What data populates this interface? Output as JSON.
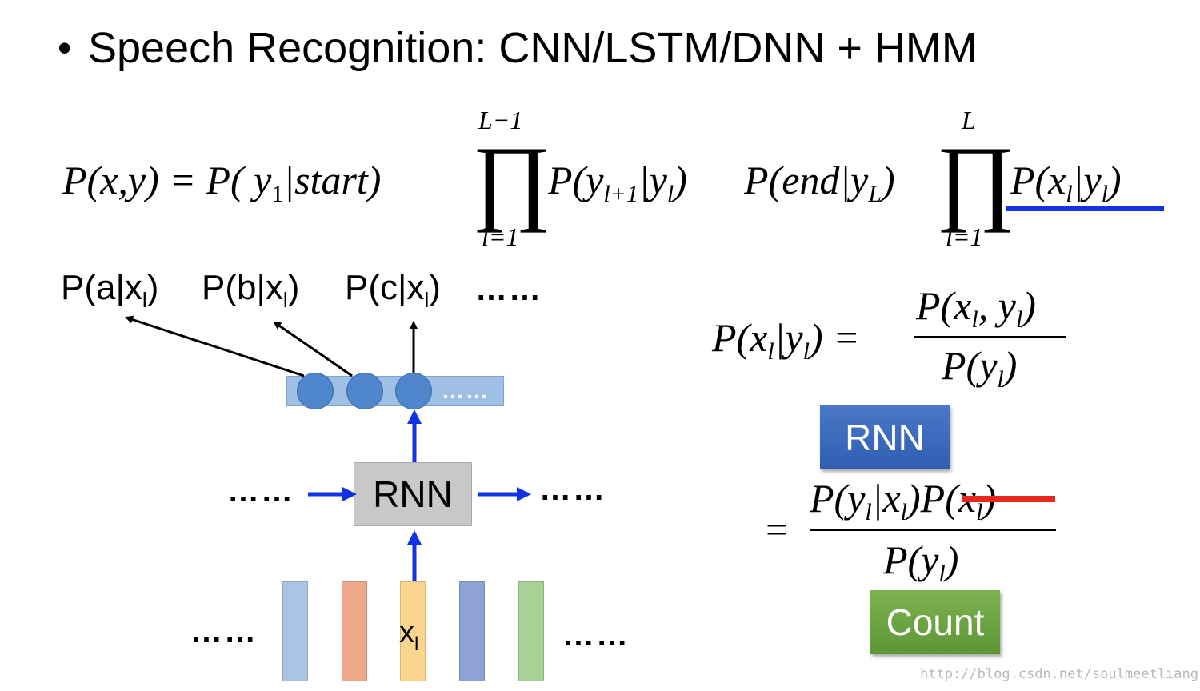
{
  "heading": {
    "bullet": "•",
    "text": "Speech Recognition: CNN/LSTM/DNN + HMM"
  },
  "main_equation": {
    "lhs": "P(x,y) = P( y",
    "lhs_sub": "1",
    "lhs_tail": "|start)",
    "prod1_upper": "L−1",
    "prod1_lower": "l=1",
    "term2": "P(y",
    "term2_sub": "l+1",
    "term2_mid": "|y",
    "term2_sub2": "l",
    "term2_tail": ")",
    "term3": "P(end|y",
    "term3_sub": "L",
    "term3_tail": ")",
    "prod2_upper": "L",
    "prod2_lower": "l=1",
    "term4": "P(x",
    "term4_sub": "l",
    "term4_mid": "|y",
    "term4_sub2": "l",
    "term4_tail": ")"
  },
  "outputs": {
    "pa": "P(a|x",
    "pb": "P(b|x",
    "pc": "P(c|x",
    "sub": "l",
    "close": ")",
    "more": "……"
  },
  "network": {
    "rnn_label": "RNN",
    "left_dots": "……",
    "right_dots": "……",
    "output_dots": "……",
    "input_left_dots": "……",
    "input_right_dots": "……",
    "input_label": "x",
    "input_label_sub": "l"
  },
  "feature_colors": [
    "#a9c4e6",
    "#efa98a",
    "#fad58b",
    "#8fa2d6",
    "#a9d196"
  ],
  "bayes": {
    "lhs": "P(x",
    "lhs_sub": "l",
    "lhs_mid": "|y",
    "lhs_sub2": "l",
    "lhs_tail": ") =",
    "num": "P(x",
    "num_sub": "l",
    "num_mid": ", y",
    "num_sub2": "l",
    "num_tail": ")",
    "den": "P(y",
    "den_sub": "l",
    "den_tail": ")"
  },
  "rewrite": {
    "equals": "=",
    "num": "P(y",
    "num_sub": "l",
    "num_mid": "|x",
    "num_sub2": "l",
    "num_tail": ")",
    "struck": "P(x",
    "struck_sub": "l",
    "struck_tail": ")",
    "den": "P(y",
    "den_sub": "l",
    "den_tail": ")"
  },
  "badges": {
    "rnn": "RNN",
    "count": "Count"
  },
  "colors": {
    "highlight_underline": "#1232e6",
    "strike": "#e8281e",
    "arrow_blue": "#1232e6"
  },
  "watermark": "http://blog.csdn.net/soulmeetliang"
}
